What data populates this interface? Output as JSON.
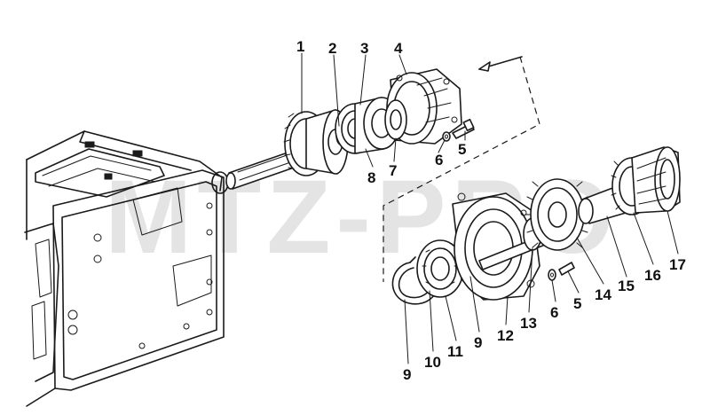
{
  "watermark": "MTZ-PRO",
  "callouts": {
    "c1": "1",
    "c2": "2",
    "c3": "3",
    "c4": "4",
    "c5_top": "5",
    "c6_top": "6",
    "c7": "7",
    "c8": "8",
    "c9_bottom": "9",
    "c10": "10",
    "c11": "11",
    "c9_mid": "9",
    "c12": "12",
    "c13": "13",
    "c14": "14",
    "c15": "15",
    "c16": "16",
    "c17": "17",
    "c6_low": "6",
    "c5_low": "5"
  },
  "colors": {
    "ink": "#1a1a1a",
    "paper": "#ffffff",
    "watermark": "#e4e4e4"
  }
}
